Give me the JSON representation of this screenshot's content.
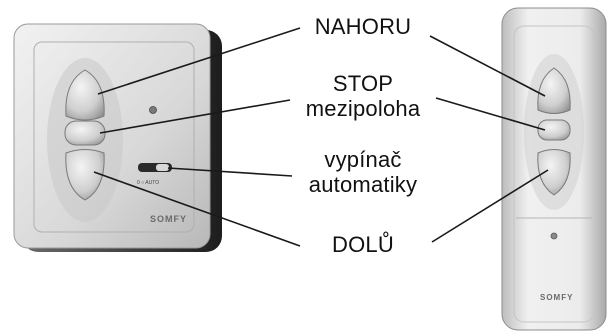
{
  "labels": {
    "up": "NAHORU",
    "stop_line1": "STOP",
    "stop_line2": "mezipoloha",
    "switch_line1": "vypínač",
    "switch_line2": "automatiky",
    "down": "DOLŮ"
  },
  "device_left": {
    "logo": "SOMFY",
    "switch_marks": "0  ○  AUTO"
  },
  "device_right": {
    "logo": "SOMFY"
  },
  "colors": {
    "plate": "#dcdcdc",
    "plate_shadow": "#3a3a3a",
    "button": "#cfcfcf",
    "line": "#1a1a1a"
  }
}
